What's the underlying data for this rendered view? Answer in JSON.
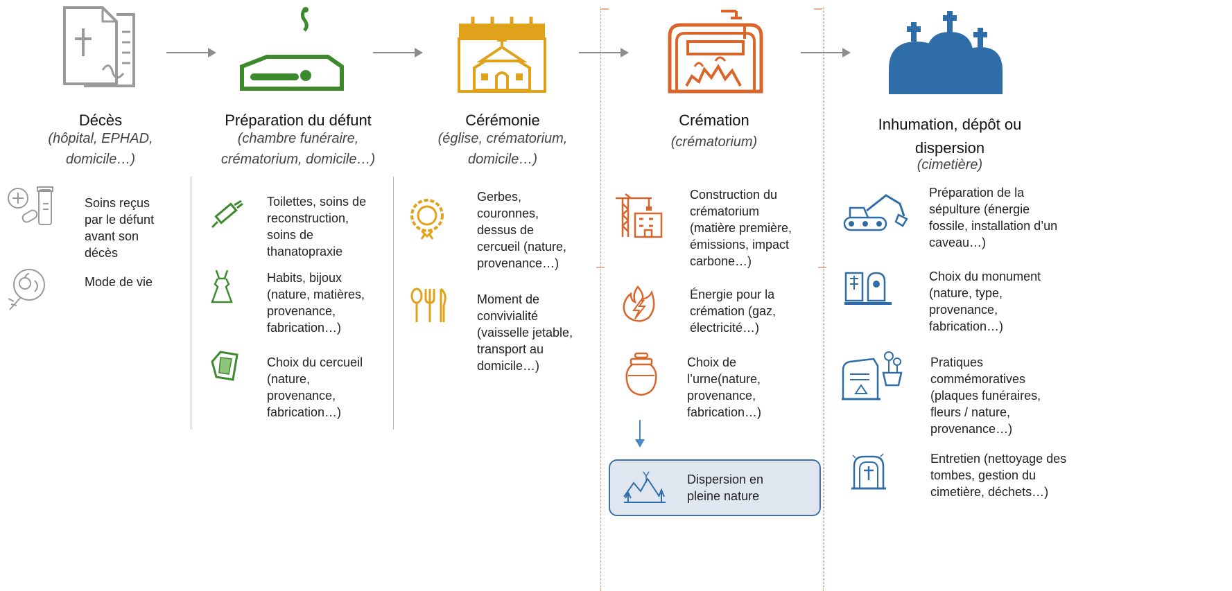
{
  "stages": [
    {
      "title": "Décès",
      "subtitle": [
        "(hôpital, EPHAD,",
        "domicile…)"
      ],
      "icon": "document-cross-icon"
    },
    {
      "title": "Préparation du défunt",
      "subtitle": [
        "(chambre funéraire,",
        "crématorium, domicile…)"
      ],
      "icon": "body-on-table-icon"
    },
    {
      "title": "Cérémonie",
      "subtitle": [
        "(église, crématorium,",
        "domicile…)"
      ],
      "icon": "church-calendar-icon"
    },
    {
      "title": "Crémation",
      "subtitle": [
        "(crématorium)"
      ],
      "icon": "cremation-oven-icon"
    },
    {
      "title": [
        "Inhumation, dépôt ou",
        "dispersion"
      ],
      "subtitle": [
        "(cimetière)"
      ],
      "icon": "graves-icon"
    }
  ],
  "items": {
    "deces": [
      {
        "lines": [
          "Soins reçus",
          "par le défunt",
          "avant son",
          "décès"
        ],
        "icon": "medical-care-icon"
      },
      {
        "lines": [
          "Mode de vie"
        ],
        "icon": "lifestyle-icon"
      }
    ],
    "preparation": [
      {
        "lines": [
          "Toilettes, soins de",
          "reconstruction,",
          "soins de",
          "thanatopraxie"
        ],
        "icon": "syringe-icon"
      },
      {
        "lines": [
          "Habits, bijoux",
          "(nature, matières,",
          "provenance,",
          "fabrication…)"
        ],
        "icon": "dress-icon"
      },
      {
        "lines": [
          "Choix du cercueil",
          "(nature,",
          "provenance,",
          "fabrication…)"
        ],
        "icon": "coffin-icon"
      }
    ],
    "ceremonie": [
      {
        "lines": [
          "Gerbes,",
          "couronnes,",
          "dessus de",
          "cercueil (nature,",
          "provenance…)"
        ],
        "icon": "wreath-icon"
      },
      {
        "lines": [
          "Moment de",
          "convivialité",
          "(vaisselle jetable,",
          "transport au",
          "domicile…)"
        ],
        "icon": "cutlery-icon"
      }
    ],
    "cremation": [
      {
        "lines": [
          "Construction du",
          "crématorium",
          "(matière première,",
          "émissions, impact",
          "carbone…)"
        ],
        "icon": "crane-building-icon"
      },
      {
        "lines": [
          "Énergie pour la",
          "crémation (gaz,",
          "électricité…)"
        ],
        "icon": "flame-bolt-icon"
      },
      {
        "lines": [
          "Choix de",
          "l’urne(nature,",
          "provenance,",
          "fabrication…)"
        ],
        "icon": "urn-icon"
      }
    ],
    "dispersion": {
      "lines": [
        "Dispersion en",
        "pleine nature"
      ],
      "icon": "nature-landscape-icon"
    },
    "inhumation": [
      {
        "lines": [
          "Préparation de la",
          "sépulture (énergie",
          "fossile, installation d’un",
          "caveau…)"
        ],
        "icon": "excavator-icon"
      },
      {
        "lines": [
          "Choix du monument",
          "(nature, type,",
          "provenance,",
          "fabrication…)"
        ],
        "icon": "monument-icon"
      },
      {
        "lines": [
          "Pratiques",
          "commémoratives",
          "(plaques funéraires,",
          "fleurs / nature,",
          "provenance…)"
        ],
        "icon": "plaque-flowers-icon"
      },
      {
        "lines": [
          "Entretien (nettoyage des",
          "tombes, gestion du",
          "cimetière, déchets…)"
        ],
        "icon": "tombstone-icon"
      }
    ]
  },
  "colors": {
    "grey": "#9a9a9a",
    "green": "#3d8a2e",
    "gold": "#e0a21a",
    "orange": "#d9652a",
    "blue": "#2e6da8",
    "arrow": "#8c8c8c"
  }
}
